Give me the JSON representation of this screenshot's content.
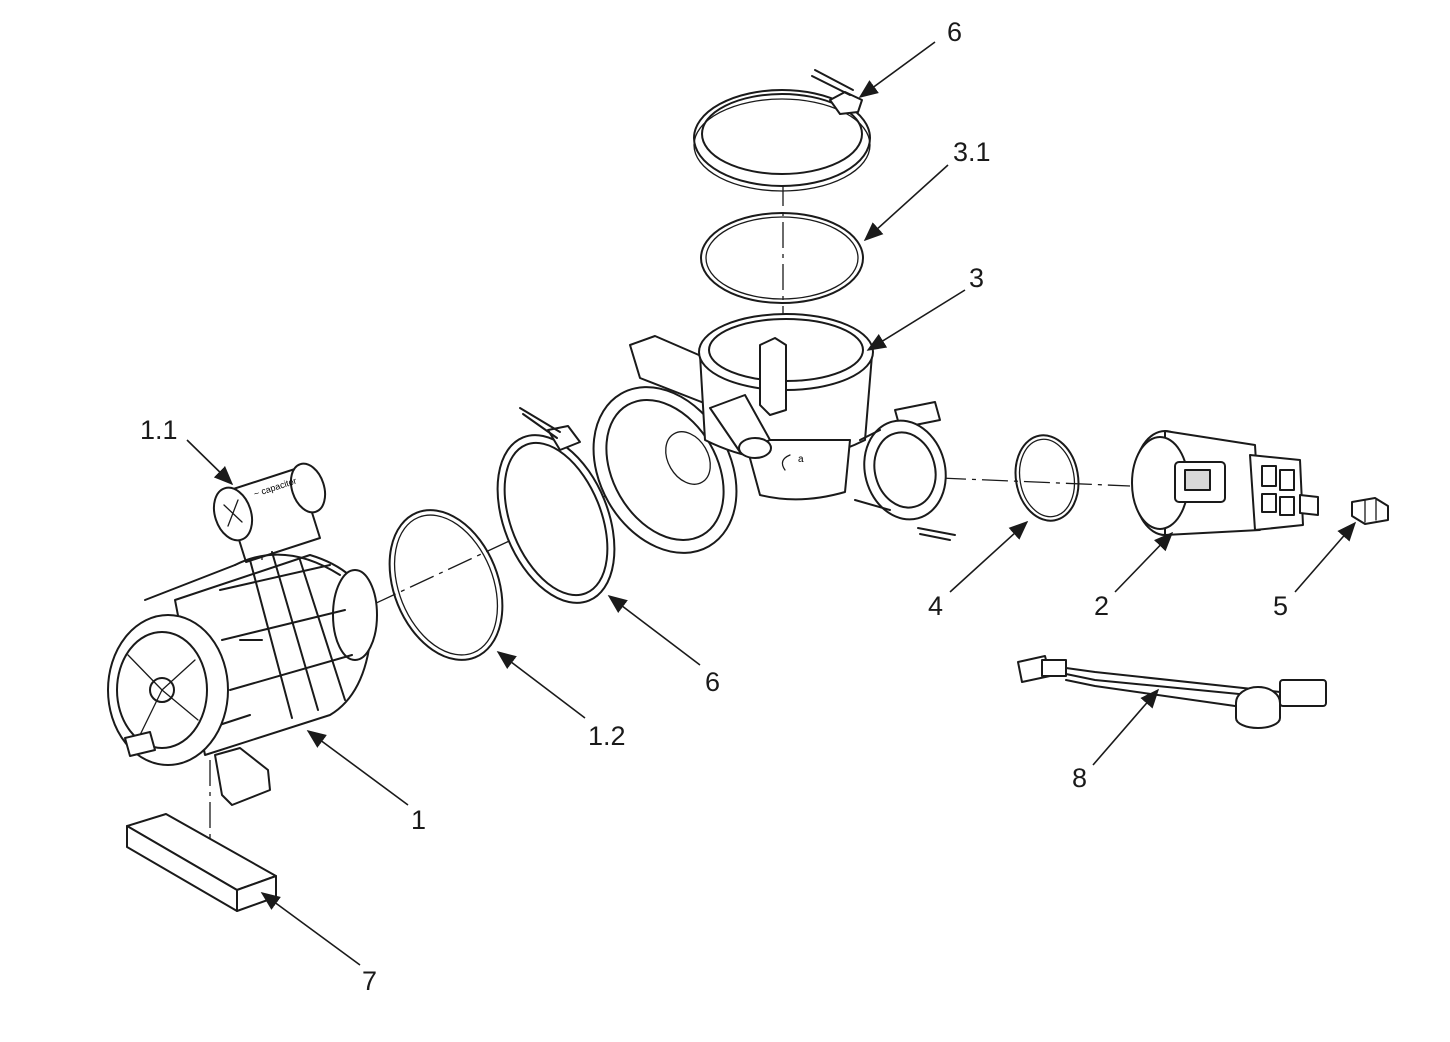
{
  "diagram": {
    "callouts": {
      "c6_top": "6",
      "c3_1": "3.1",
      "c3": "3",
      "c1_1": "1.1",
      "c4": "4",
      "c2": "2",
      "c5": "5",
      "c6_mid": "6",
      "c1_2": "1.2",
      "c1": "1",
      "c8": "8",
      "c7": "7"
    }
  }
}
